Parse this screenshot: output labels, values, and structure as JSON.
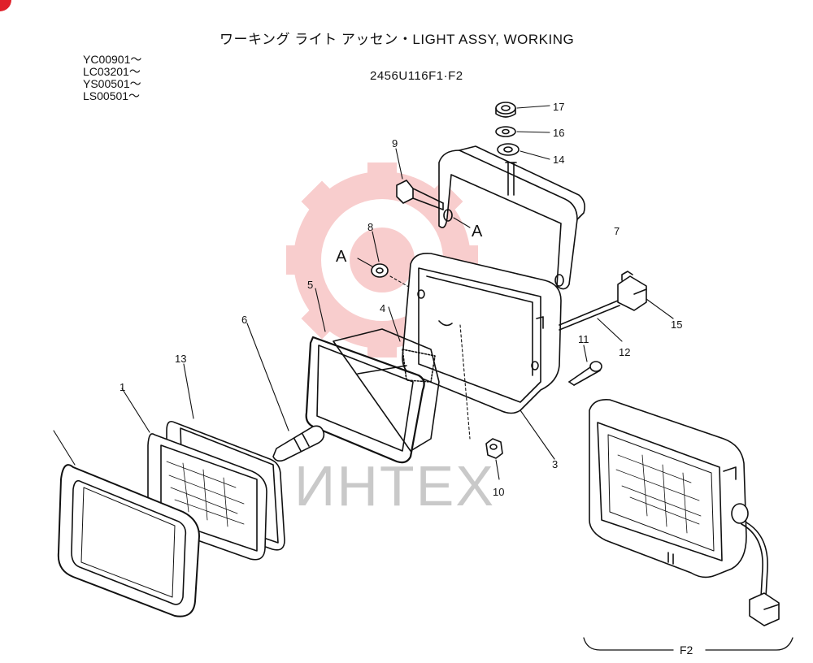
{
  "title": "ワーキング ライト アッセン・LIGHT ASSY, WORKING",
  "serial_numbers": [
    "YC00901～",
    "LC03201～",
    "YS00501～",
    "LS00501～"
  ],
  "part_number": "2456U116F1·F2",
  "callouts": [
    "1",
    "3",
    "4",
    "5",
    "6",
    "7",
    "8",
    "9",
    "10",
    "11",
    "12",
    "13",
    "14",
    "15",
    "16",
    "17"
  ],
  "reference_marks": [
    "A",
    "A"
  ],
  "variant_label": "F2",
  "watermark": "ИНТЕХ",
  "colors": {
    "watermark_red": "#f3a6a6",
    "watermark_text": "#c9c9c9",
    "line": "#111111",
    "corner": "#e0202a"
  }
}
